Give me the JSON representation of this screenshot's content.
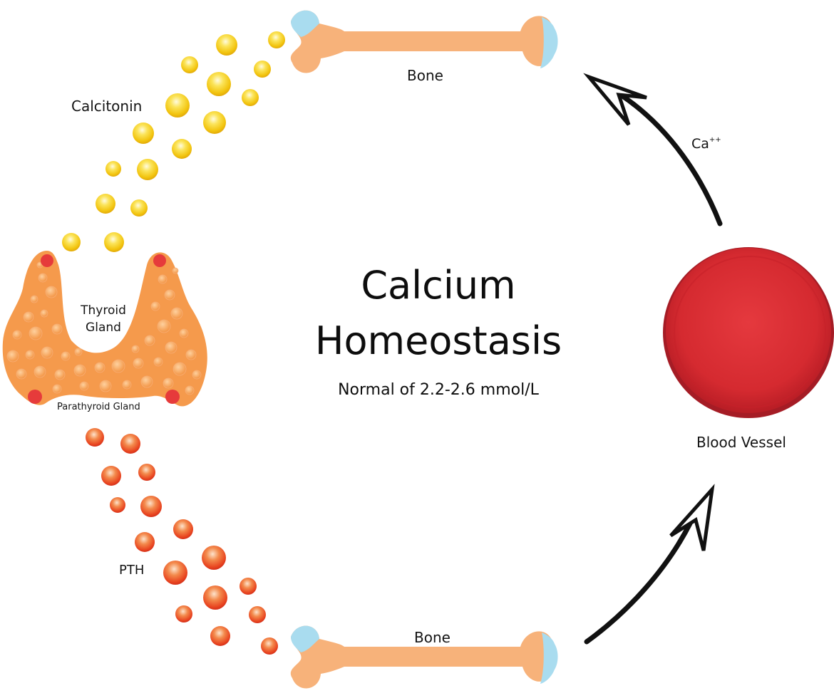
{
  "title_line1": "Calcium",
  "title_line2": "Homeostasis",
  "subtitle": "Normal of 2.2-2.6 mmol/L",
  "labels": {
    "bone_top": "Bone",
    "bone_bottom": "Bone",
    "calcitonin": "Calcitonin",
    "thyroid_line1": "Thyroid",
    "thyroid_line2": "Gland",
    "parathyroid": "Parathyroid Gland",
    "pth": "PTH",
    "blood_vessel": "Blood Vessel",
    "calcium_ion": "Ca",
    "calcium_ion_charge": "++"
  },
  "colors": {
    "bone": "#f7b27a",
    "bone_cartilage": "#a9dcef",
    "thyroid": "#f59a4c",
    "parathyroid": "#e63b3b",
    "calcitonin_droplet": "#f7d21c",
    "pth_droplet": "#ef5a2a",
    "blood_vessel": "#d42a2f",
    "arrow": "#111111"
  }
}
